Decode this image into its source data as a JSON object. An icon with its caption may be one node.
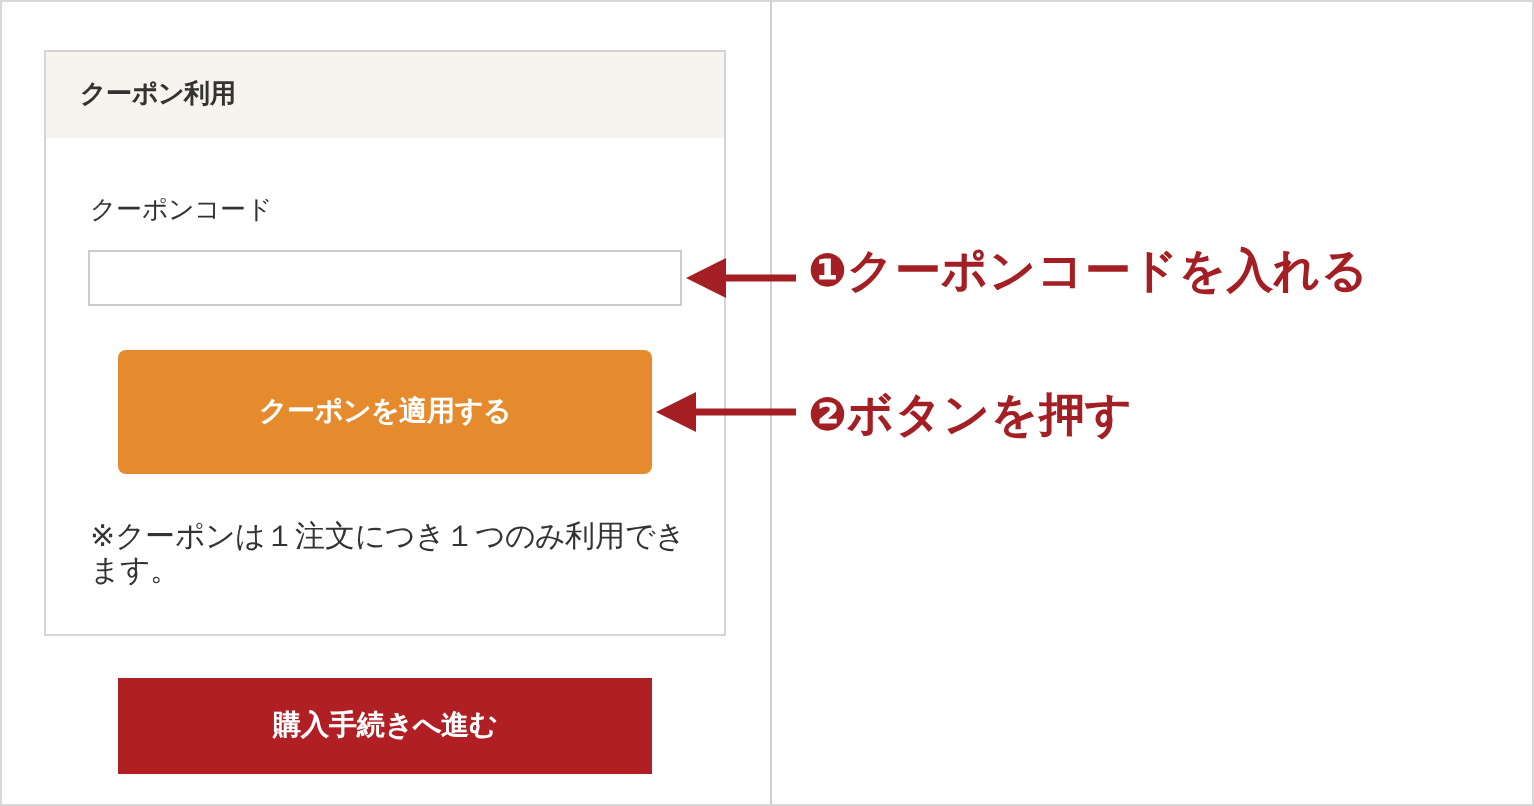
{
  "diagram": {
    "nodes": [
      {
        "text": [
          "クーポン利用"
        ]
      },
      {
        "text": [],
        "shape": "box",
        "in": 0
      },
      {
        "text": [
          "クーポンを適用する"
        ],
        "in": 0
      },
      {
        "text": [
          "購入手続きへ進む"
        ]
      },
      {
        "text": [
          "❶クーポンコードを入れる"
        ]
      },
      {
        "text": [
          "❷ボタンを押す"
        ]
      }
    ],
    "edges": [
      {
        "from": 4,
        "to": 1,
        "arrow": "to"
      },
      {
        "from": 5,
        "to": 2,
        "arrow": "to"
      }
    ],
    "labels": [
      "クーポンコード",
      "※クーポンは１注文につき１つのみ利用できます。"
    ]
  }
}
